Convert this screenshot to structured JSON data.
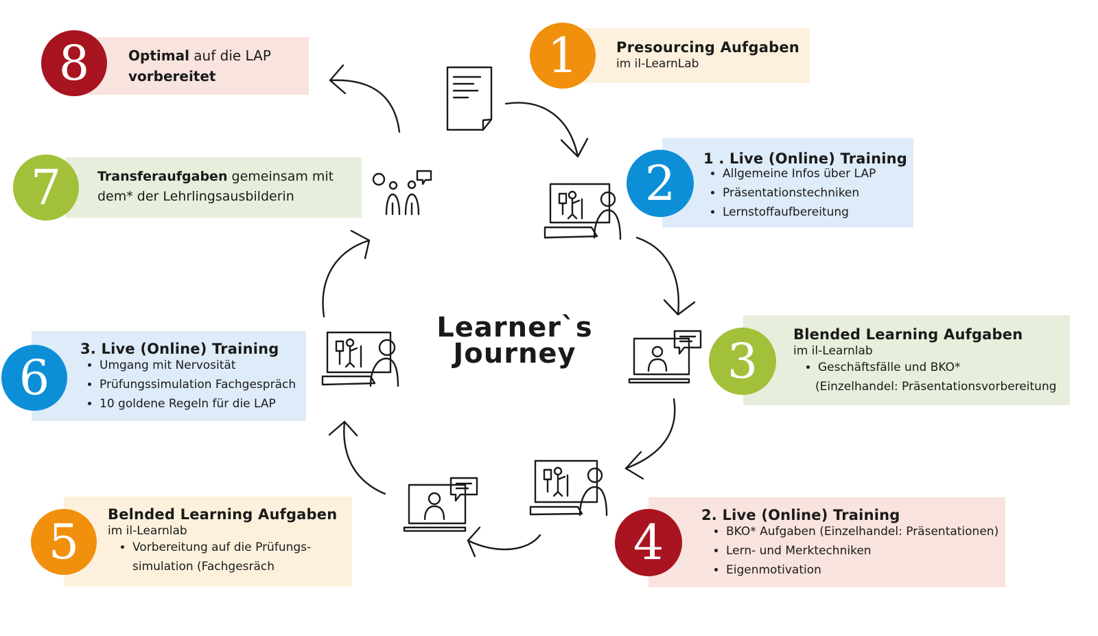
{
  "center": {
    "line1": "Learner`s",
    "line2": "Journey"
  },
  "colors": {
    "orange": "#f0900c",
    "blue": "#0d8fd8",
    "green": "#a2c03a",
    "red": "#a8141f",
    "panel_orange": "#fdf1dd",
    "panel_blue": "#deebf8",
    "panel_green": "#e7eedb",
    "panel_red": "#f8e3de"
  },
  "steps": {
    "s1": {
      "number": "1",
      "title": "Presourcing Aufgaben",
      "sub": "im il-LearnLab"
    },
    "s2": {
      "number": "2",
      "title": "1 . Live (Online) Training",
      "items": [
        "Allgemeine Infos über LAP",
        "Präsentationstechniken",
        "Lernstoffaufbereitung"
      ]
    },
    "s3": {
      "number": "3",
      "title": "Blended Learning Aufgaben",
      "sub": "im il-Learnlab",
      "items": [
        "Geschäftsfälle und BKO*"
      ],
      "extra": "(Einzelhandel: Präsentationsvorbereitung"
    },
    "s4": {
      "number": "4",
      "title": "2. Live (Online) Training",
      "items": [
        "BKO* Aufgaben (Einzelhandel: Präsentationen)",
        "Lern- und Merktechniken",
        "Eigenmotivation"
      ]
    },
    "s5": {
      "number": "5",
      "title": "Belnded Learning Aufgaben",
      "sub": "im  il-Learnlab",
      "items": [
        "Vorbereitung auf die Prüfungs-"
      ],
      "extra": "simulation (Fachgesräch"
    },
    "s6": {
      "number": "6",
      "title": "3. Live (Online) Training",
      "items": [
        "Umgang mit Nervosität",
        "Prüfungssimulation Fachgespräch",
        "10 goldene Regeln für die LAP"
      ]
    },
    "s7": {
      "number": "7",
      "title_bold": "Transferaufgaben",
      "title_rest": " gemeinsam mit",
      "line2": "dem* der Lehrlingsausbilderin"
    },
    "s8": {
      "number": "8",
      "bold1": "Optimal",
      "rest1": " auf die LAP",
      "bold2": "vorbereitet"
    }
  },
  "icons": [
    "document-icon",
    "presenter-laptop-icon",
    "video-chat-laptop-icon",
    "two-people-talking-icon"
  ]
}
